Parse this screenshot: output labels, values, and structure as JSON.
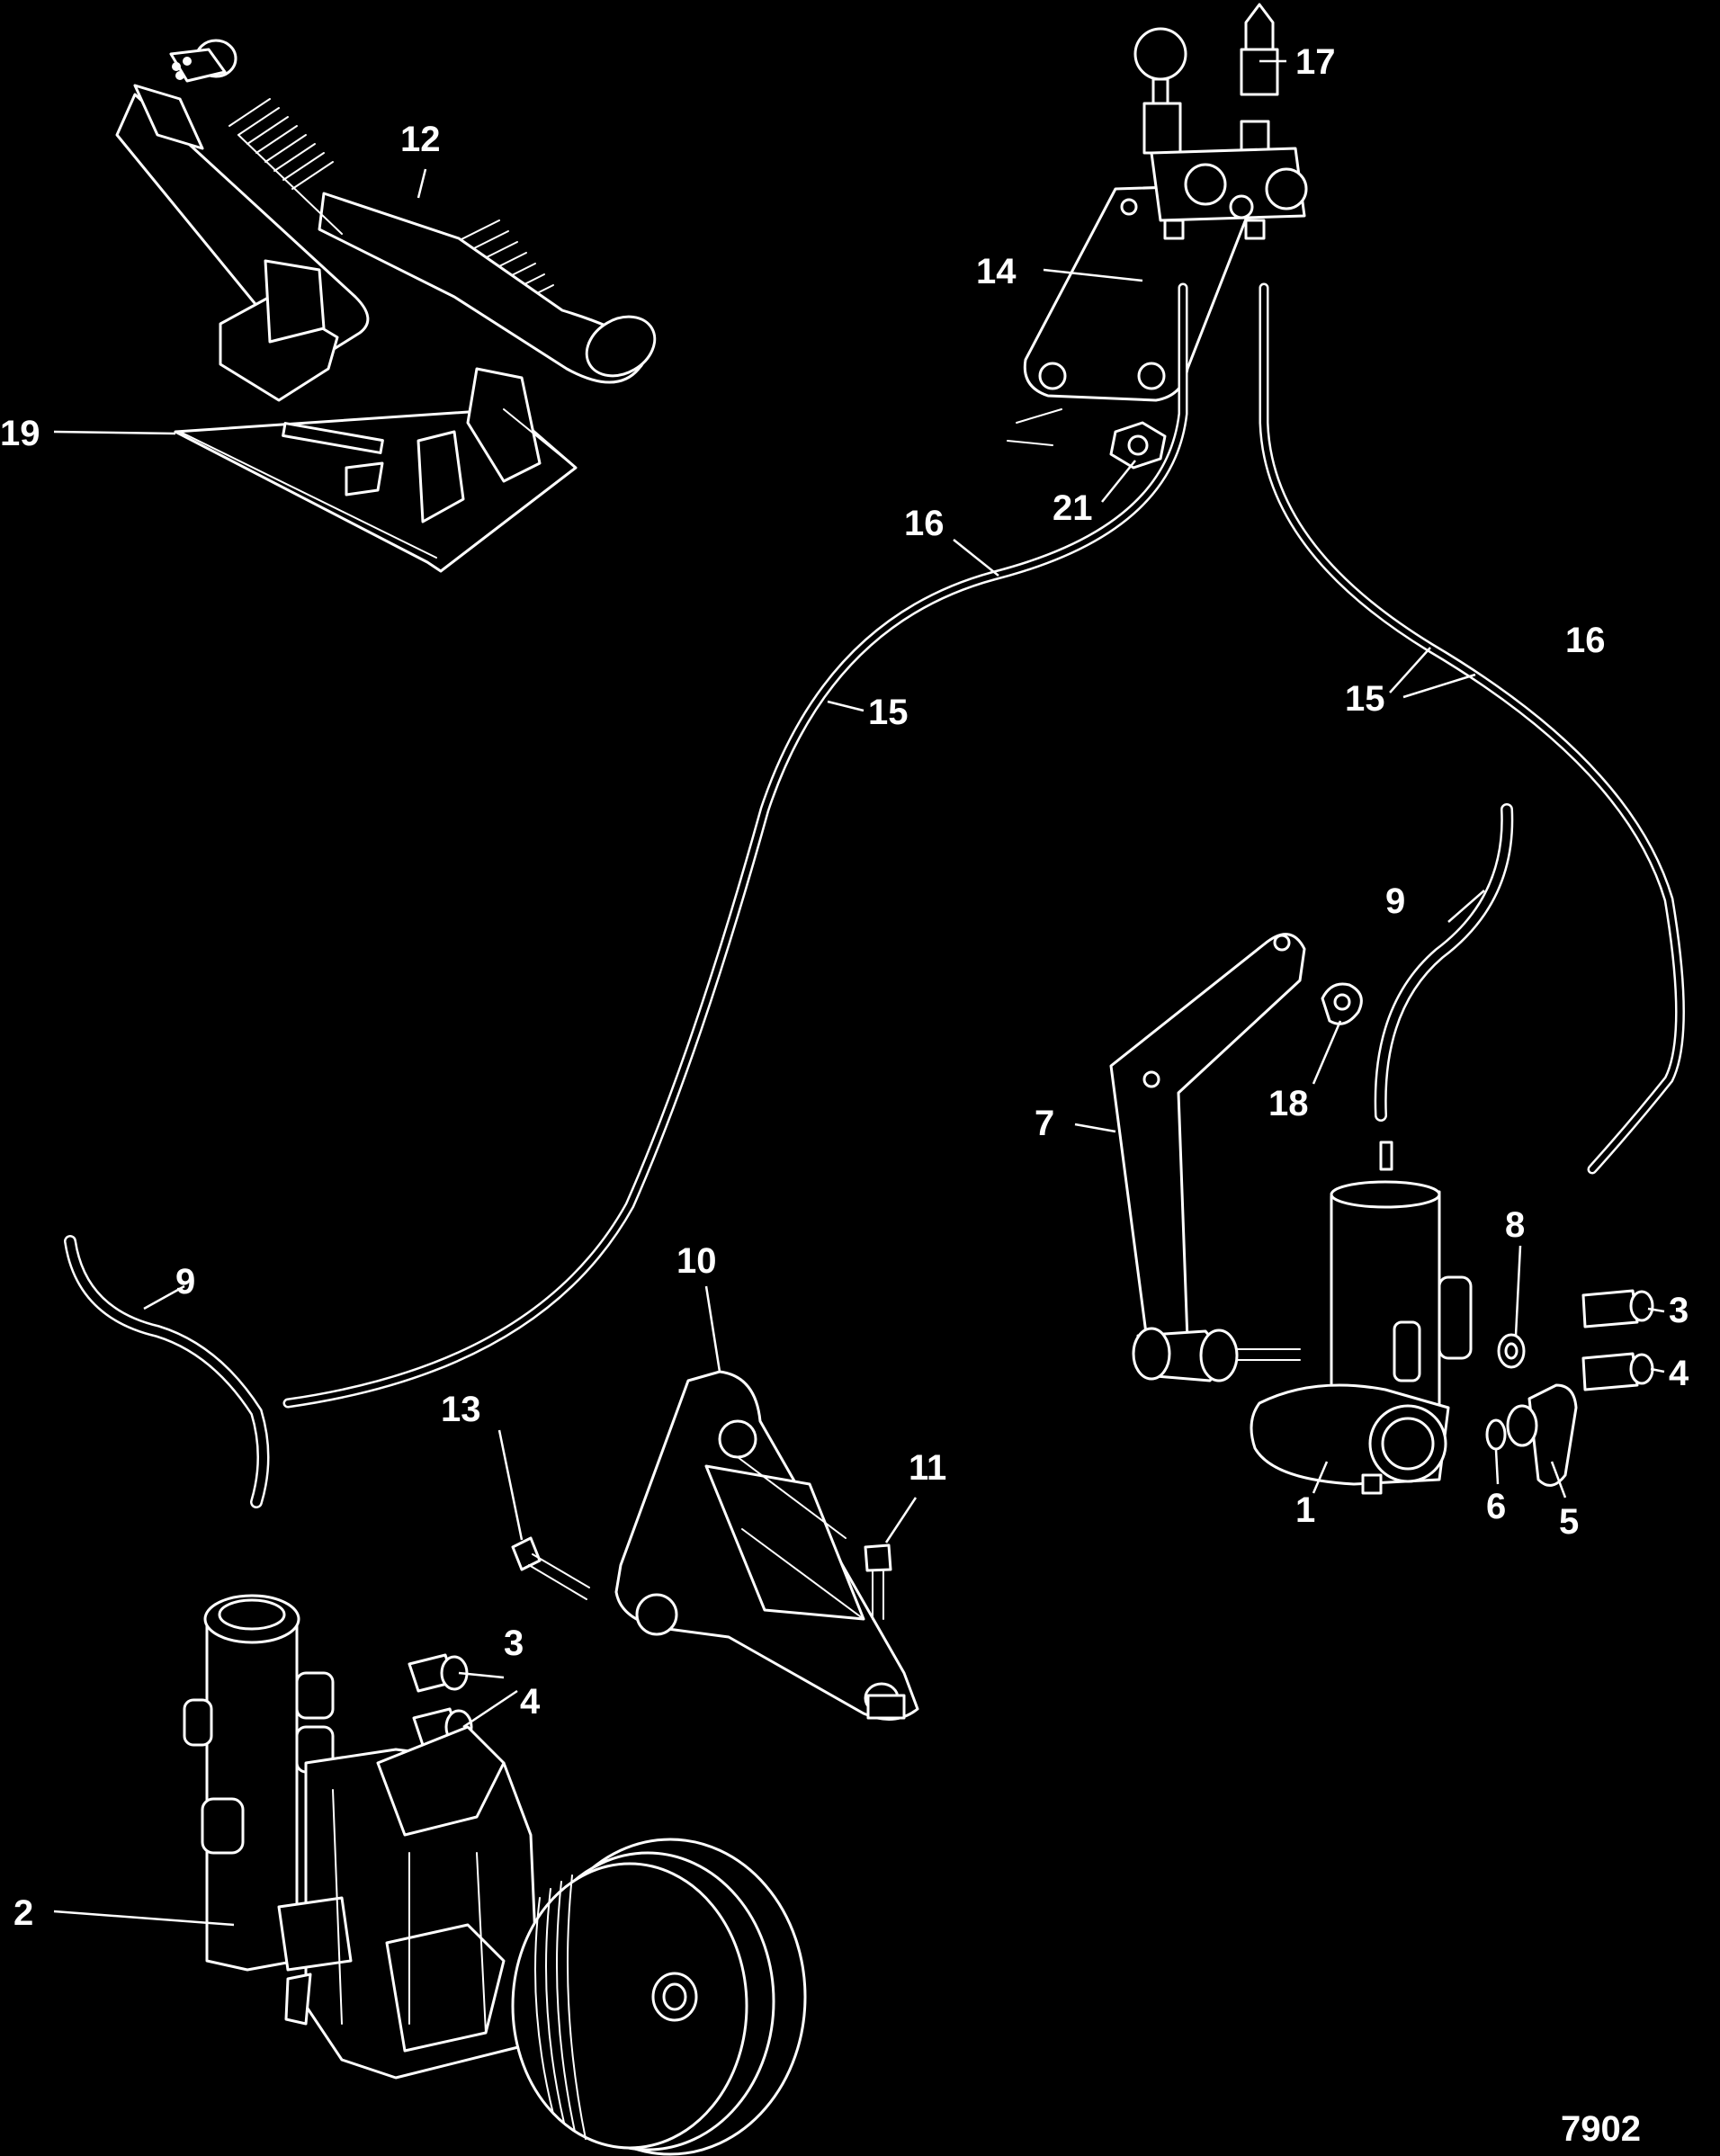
{
  "figure_number": "7902",
  "callouts": {
    "c1": "1",
    "c2": "2",
    "c3_left": "3",
    "c3_right": "3",
    "c4_left": "4",
    "c4_right": "4",
    "c5": "5",
    "c6": "6",
    "c7": "7",
    "c8": "8",
    "c9_left": "9",
    "c9_right": "9",
    "c10": "10",
    "c11": "11",
    "c12": "12",
    "c13": "13",
    "c14": "14",
    "c15_left": "15",
    "c15_right": "15",
    "c16_left": "16",
    "c16_right": "16",
    "c17": "17",
    "c18": "18",
    "c19": "19",
    "c21": "21"
  }
}
